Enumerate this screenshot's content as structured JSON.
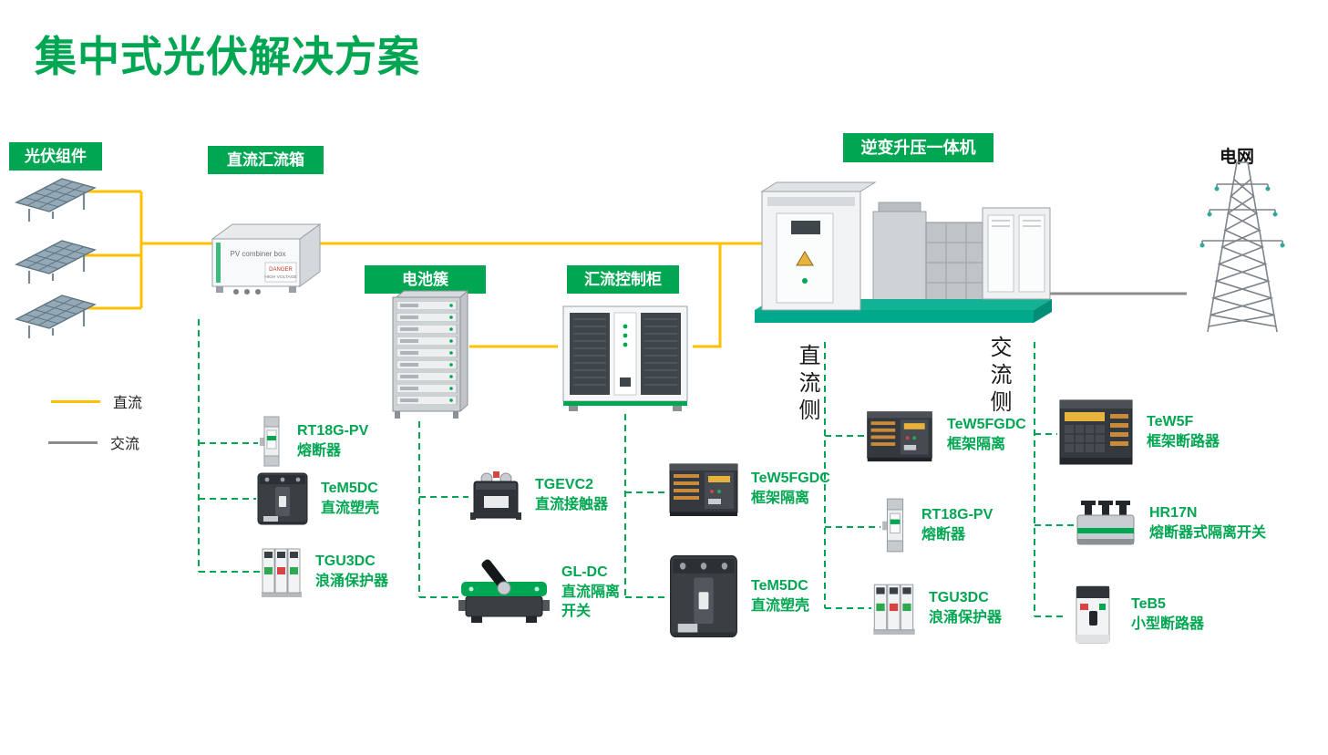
{
  "title": "集中式光伏解决方案",
  "labels": {
    "pv_modules": "光伏组件",
    "dc_combiner_box": "直流汇流箱",
    "battery_cluster": "电池簇",
    "combiner_control_cabinet": "汇流控制柜",
    "inverter_booster": "逆变升压一体机",
    "grid": "电网",
    "dc_side": "直流侧",
    "ac_side": "交流侧"
  },
  "legend": {
    "dc": {
      "label": "直流",
      "color": "#FFC000"
    },
    "ac": {
      "label": "交流",
      "color": "#8C8C8C"
    }
  },
  "combiner_box": {
    "caption": "PV combiner box",
    "warning_line1": "DANGER",
    "warning_line2": "HIGH VOLTAGE"
  },
  "colors": {
    "accent_green": "#00A651",
    "dc_yellow": "#FFC000",
    "ac_gray": "#8C8C8C",
    "platform_teal": "#00A98C"
  },
  "products": [
    {
      "model": "RT18G-PV",
      "desc": "熔断器",
      "icon": "fuse-icon"
    },
    {
      "model": "TeM5DC",
      "desc": "直流塑壳",
      "icon": "mccb-icon"
    },
    {
      "model": "TGU3DC",
      "desc": "浪涌保护器",
      "icon": "surge-protector-icon"
    },
    {
      "model": "TGEVC2",
      "desc": "直流接触器",
      "icon": "contactor-icon"
    },
    {
      "model": "GL-DC",
      "desc": "直流隔离",
      "desc2": "开关",
      "icon": "isolator-switch-icon"
    },
    {
      "model": "TeW5FGDC",
      "desc": "框架隔离",
      "icon": "frame-breaker-icon"
    },
    {
      "model": "TeM5DC",
      "desc": "直流塑壳",
      "icon": "mccb-icon"
    },
    {
      "model": "TeW5FGDC",
      "desc": "框架隔离",
      "icon": "frame-breaker-icon"
    },
    {
      "model": "RT18G-PV",
      "desc": "熔断器",
      "icon": "fuse-icon"
    },
    {
      "model": "TGU3DC",
      "desc": "浪涌保护器",
      "icon": "surge-protector-icon"
    },
    {
      "model": "TeW5F",
      "desc": "框架断路器",
      "icon": "acb-icon"
    },
    {
      "model": "HR17N",
      "desc": "熔断器式隔离开关",
      "icon": "fuse-switch-icon"
    },
    {
      "model": "TeB5",
      "desc": "小型断路器",
      "icon": "mcb-icon"
    }
  ]
}
